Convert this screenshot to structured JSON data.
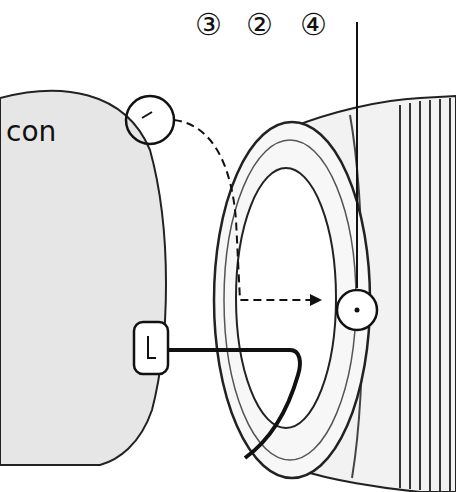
{
  "diagram": {
    "labels": [
      "③",
      "②",
      "④",
      "con"
    ]
  }
}
